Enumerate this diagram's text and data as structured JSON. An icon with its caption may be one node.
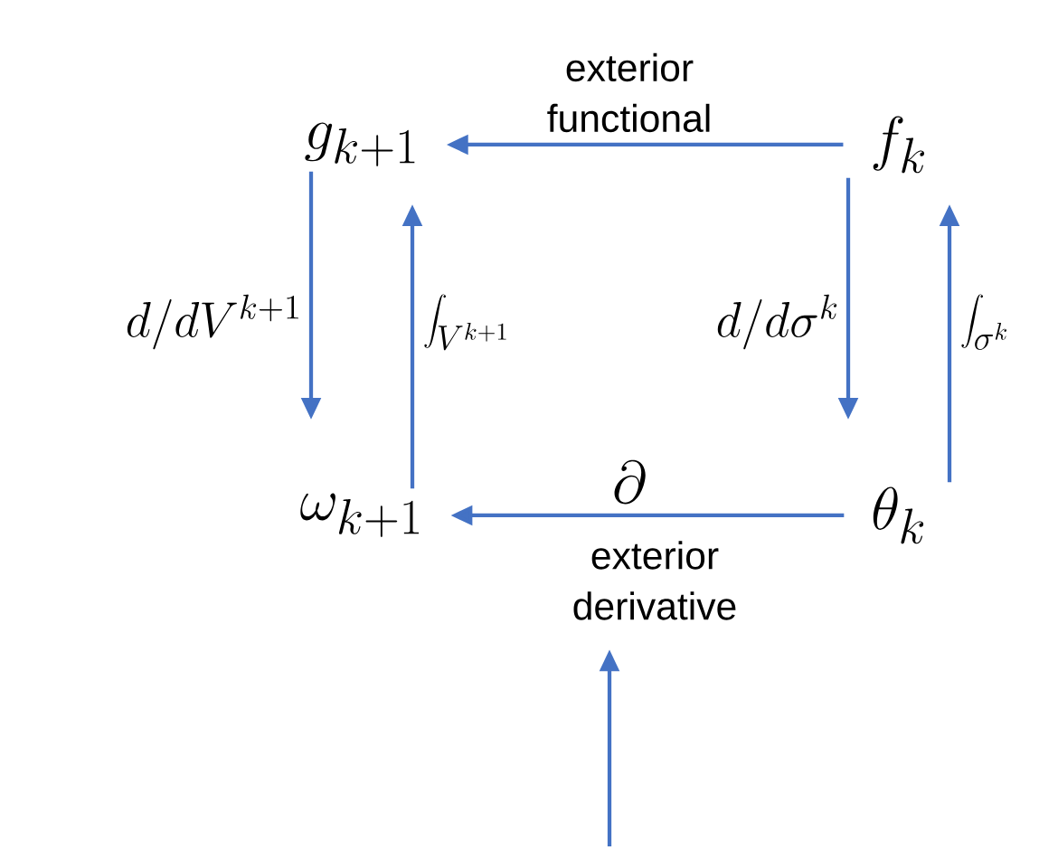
{
  "diagram": {
    "nodes": [
      {
        "text": [
          "g_{k+1}"
        ]
      },
      {
        "text": [
          "f_k"
        ]
      },
      {
        "text": [
          "\\omega_{k+1}"
        ]
      },
      {
        "text": [
          "\\theta_k"
        ]
      },
      {
        "text": [
          "exterior derivative"
        ]
      }
    ],
    "edges": [
      {
        "from": 1,
        "to": 0,
        "arrow": "to",
        "label": "exterior functional"
      },
      {
        "from": 0,
        "to": 2,
        "arrow": "to",
        "label": "d/dV^{k+1}"
      },
      {
        "from": 2,
        "to": 0,
        "arrow": "to",
        "label": "\\int_{V^{k+1}}"
      },
      {
        "from": 1,
        "to": 3,
        "arrow": "to",
        "label": "d/d\\sigma^k"
      },
      {
        "from": 3,
        "to": 1,
        "arrow": "to",
        "label": "\\int_{\\sigma^k}"
      },
      {
        "from": 3,
        "to": 2,
        "arrow": "to",
        "label": "\\partial"
      },
      {
        "from": null,
        "to": 4,
        "arrow": "to"
      }
    ]
  }
}
